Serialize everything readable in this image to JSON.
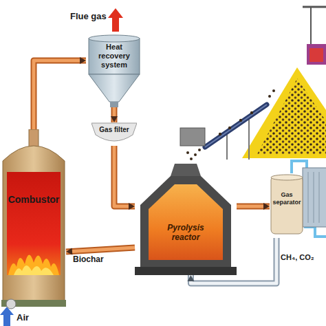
{
  "diagram": {
    "nodes": [
      {
        "text": [
          "Combustor"
        ]
      },
      {
        "text": [
          "Heat recovery system"
        ]
      },
      {
        "text": [
          "Gas filter"
        ]
      },
      {
        "text": [
          "Pyrolysis reactor"
        ]
      },
      {
        "text": [
          "Gas separator"
        ]
      }
    ],
    "edges": [
      {
        "from": 0,
        "to": 1,
        "arrow": "to"
      },
      {
        "from": 1,
        "to": 2,
        "arrow": "to"
      },
      {
        "from": 2,
        "to": 3,
        "arrow": "to"
      },
      {
        "from": 3,
        "to": 4,
        "arrow": "to"
      },
      {
        "from": 3,
        "to": 0,
        "label": "Biochar",
        "arrow": "to"
      },
      {
        "from": 4,
        "to": 3,
        "label": "CH₄, CO₂",
        "arrow": "to"
      }
    ],
    "labels": [
      "Flue gas",
      "Air"
    ]
  }
}
